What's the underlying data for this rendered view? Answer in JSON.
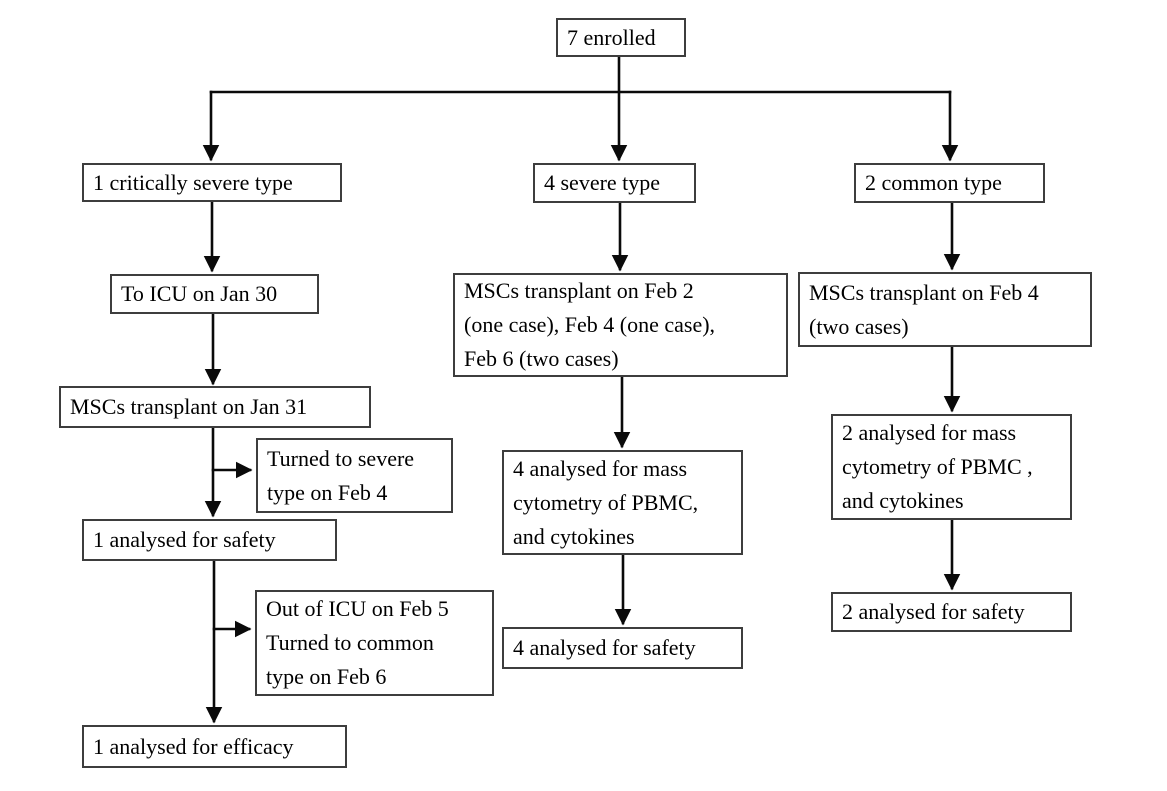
{
  "colors": {
    "background": "#ffffff",
    "box_border": "#3d3d3d",
    "text": "#000000",
    "connector": "#0a0a0a"
  },
  "boxes": {
    "enrolled": {
      "label": "7 enrolled"
    },
    "critically_severe": {
      "label": "1 critically severe type"
    },
    "severe": {
      "label": "4 severe type"
    },
    "common": {
      "label": "2 common type"
    },
    "icu_in": {
      "label": "To ICU on Jan 30"
    },
    "msc_jan31": {
      "label": "MSCs transplant on Jan 31"
    },
    "turned_severe": {
      "label": "Turned to severe\ntype on Feb 4"
    },
    "safety_1": {
      "label": "1 analysed for safety"
    },
    "icu_out": {
      "label": "Out of ICU on Feb 5\nTurned to common\ntype on Feb 6"
    },
    "efficacy_1": {
      "label": "1 analysed for efficacy"
    },
    "msc_feb2": {
      "label": "MSCs transplant on Feb 2\n(one case), Feb 4 (one case),\nFeb 6 (two cases)"
    },
    "mass_4": {
      "label": "4 analysed for mass\ncytometry of PBMC,\nand cytokines"
    },
    "safety_4": {
      "label": "4 analysed for safety"
    },
    "msc_feb4": {
      "label": "MSCs transplant on Feb 4\n(two cases)"
    },
    "mass_2": {
      "label": "2 analysed for mass\ncytometry of PBMC ,\nand cytokines"
    },
    "safety_2": {
      "label": "2 analysed for safety"
    }
  }
}
